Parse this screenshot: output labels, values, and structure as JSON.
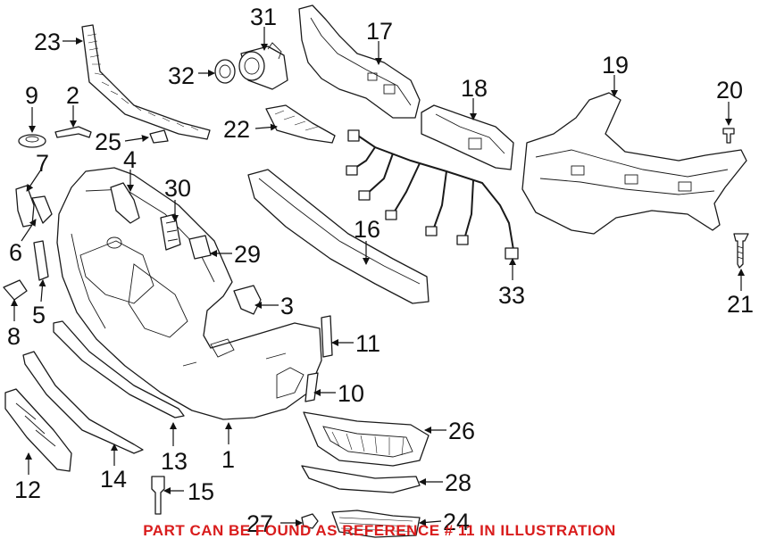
{
  "footnote": {
    "text": "PART CAN BE FOUND AS REFERENCE # 11 IN ILLUSTRATION",
    "color": "#d91c1c"
  },
  "callouts": {
    "n1": "1",
    "n2": "2",
    "n3": "3",
    "n4": "4",
    "n5": "5",
    "n6": "6",
    "n7": "7",
    "n8": "8",
    "n9": "9",
    "n10": "10",
    "n11": "11",
    "n12": "12",
    "n13": "13",
    "n14": "14",
    "n15": "15",
    "n16": "16",
    "n17": "17",
    "n18": "18",
    "n19": "19",
    "n20": "20",
    "n21": "21",
    "n22": "22",
    "n23": "23",
    "n24": "24",
    "n25": "25",
    "n26": "26",
    "n27": "27",
    "n28": "28",
    "n29": "29",
    "n30": "30",
    "n31": "31",
    "n32": "32",
    "n33": "33"
  },
  "colors": {
    "line": "#1a1a1a",
    "background": "#ffffff"
  }
}
